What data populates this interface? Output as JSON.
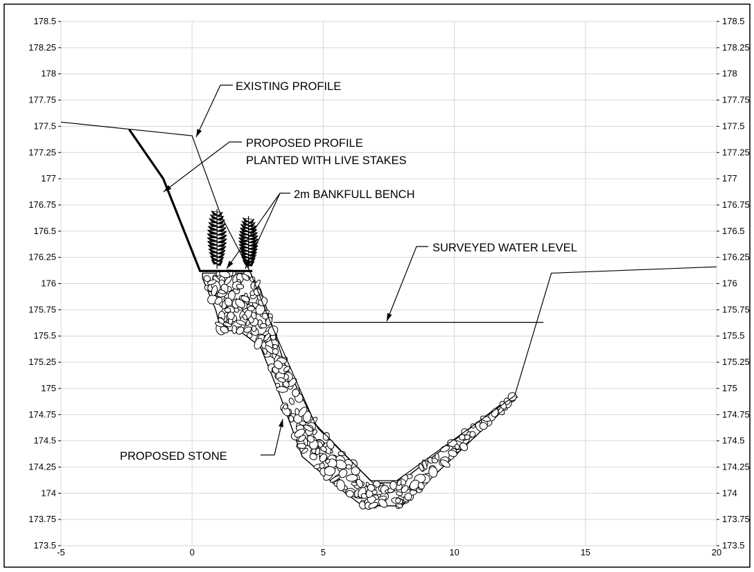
{
  "chart_data": {
    "type": "diagram-cross-section",
    "xlim": [
      -5,
      20
    ],
    "ylim": [
      173.5,
      178.5
    ],
    "x_ticks": [
      "-5",
      "0",
      "5",
      "10",
      "15",
      "20"
    ],
    "y_ticks": [
      "178.5",
      "178.25",
      "178",
      "177.75",
      "177.5",
      "177.25",
      "177",
      "176.75",
      "176.5",
      "176.25",
      "176",
      "175.75",
      "175.5",
      "175.25",
      "175",
      "174.75",
      "174.5",
      "174.25",
      "174",
      "173.75",
      "173.5"
    ],
    "grid": true,
    "existing_profile": [
      [
        -5,
        177.54
      ],
      [
        0,
        177.41
      ],
      [
        1.1,
        176.65
      ],
      [
        2.2,
        176.12
      ],
      [
        3.0,
        175.62
      ],
      [
        4.7,
        174.66
      ],
      [
        6.8,
        174.12
      ],
      [
        7.8,
        174.12
      ],
      [
        12.3,
        174.93
      ],
      [
        13.7,
        176.1
      ],
      [
        20,
        176.16
      ]
    ],
    "proposed_profile": [
      [
        -2.4,
        177.47
      ],
      [
        -1.1,
        177.0
      ],
      [
        0.3,
        176.12
      ],
      [
        2.3,
        176.12
      ]
    ],
    "water_level": {
      "elevation": 175.63,
      "x_start": 3.1,
      "x_end": 13.4
    }
  },
  "labels": {
    "existing_profile": "EXISTING PROFILE",
    "proposed_profile_line1": "PROPOSED PROFILE",
    "proposed_profile_line2": "PLANTED WITH LIVE STAKES",
    "bankfull_bench": "2m BANKFULL BENCH",
    "surveyed_water_level": "SURVEYED WATER LEVEL",
    "proposed_stone": "PROPOSED STONE"
  }
}
